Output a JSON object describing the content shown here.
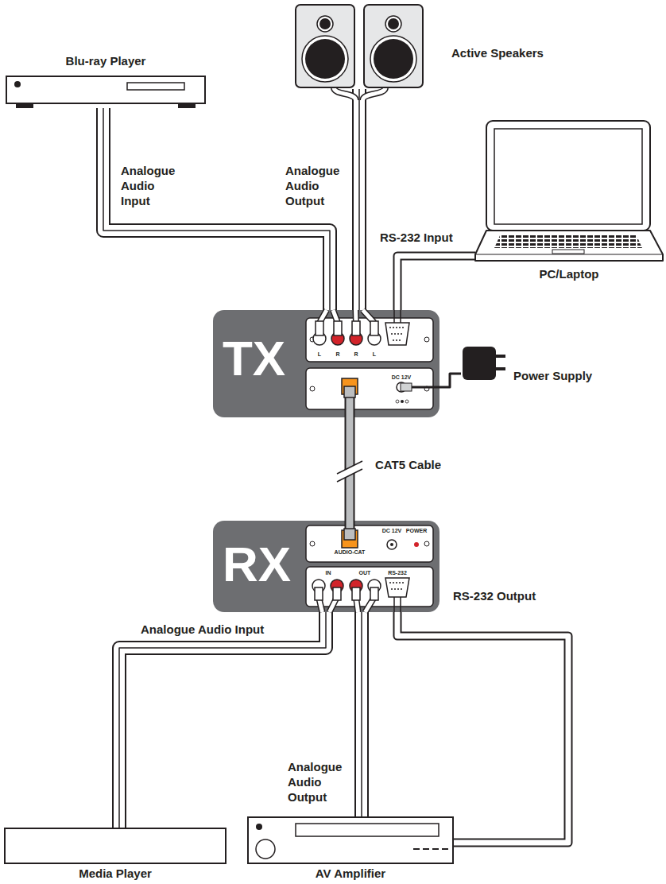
{
  "diagram": {
    "nodes": [
      {
        "text": [
          "Active Speakers"
        ]
      },
      {
        "text": [
          "Blu-ray Player"
        ]
      },
      {
        "text": [
          "PC/Laptop"
        ]
      },
      {
        "text": [
          "TX"
        ]
      },
      {
        "text": [
          "Power Supply"
        ]
      },
      {
        "text": [
          "RX"
        ]
      },
      {
        "text": [
          "Media Player"
        ]
      },
      {
        "text": [
          "AV Amplifier"
        ]
      }
    ],
    "edges": [
      {
        "from": 1,
        "to": 3,
        "label": "Analogue Audio Input",
        "arrow": "none"
      },
      {
        "from": 3,
        "to": 0,
        "label": "Analogue Audio Output",
        "arrow": "none"
      },
      {
        "from": 2,
        "to": 3,
        "label": "RS-232 Input",
        "arrow": "none"
      },
      {
        "from": 4,
        "to": 3,
        "arrow": "none"
      },
      {
        "from": 3,
        "to": 5,
        "label": "CAT5 Cable",
        "arrow": "none"
      },
      {
        "from": 6,
        "to": 5,
        "label": "Analogue Audio Input",
        "arrow": "none"
      },
      {
        "from": 5,
        "to": 7,
        "label": "Analogue Audio Output",
        "arrow": "none"
      },
      {
        "from": 5,
        "to": 7,
        "label": "RS-232 Output",
        "arrow": "none"
      }
    ],
    "labels": [
      "L",
      "R",
      "R",
      "L",
      "DC 12V",
      "AUDIO-CAT",
      "DC 12V",
      "POWER",
      "IN",
      "OUT",
      "RS-232"
    ]
  }
}
